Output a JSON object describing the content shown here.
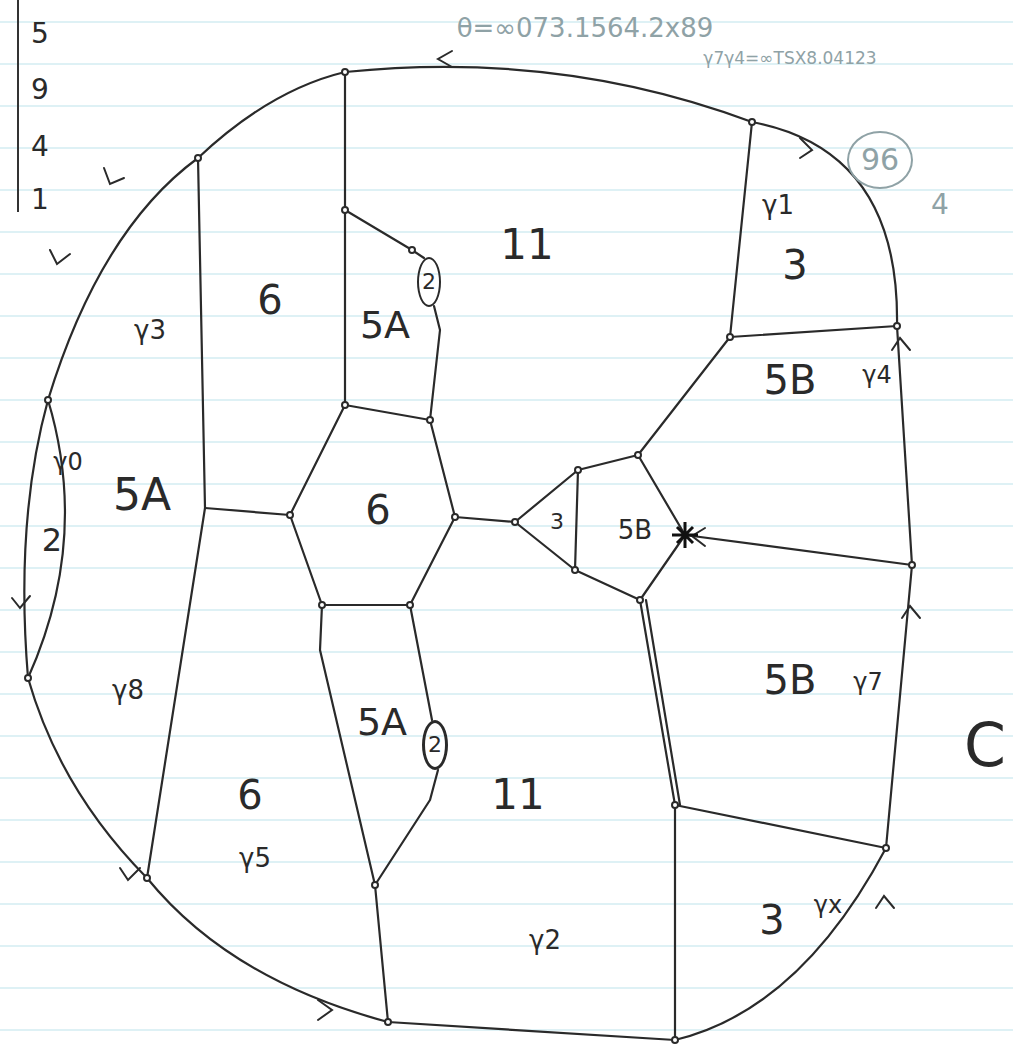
{
  "diagram": {
    "nodes": [
      {
        "text": [
          "96"
        ]
      },
      {
        "text": [
          "2"
        ]
      },
      {
        "text": [
          "2"
        ]
      }
    ],
    "labels": [
      "θ=∞073.1564.2x89",
      "γ7γ4=∞TSX8.04123",
      "5",
      "9",
      "4",
      "1",
      "4",
      "γ1",
      "3",
      "6",
      "5A",
      "11",
      "γ3",
      "γ0",
      "2",
      "5A",
      "6",
      "3",
      "5B",
      "5B",
      "γ4",
      "γ8",
      "5B",
      "γ7",
      "6",
      "5A",
      "11",
      "C",
      "γ5",
      "γ2",
      "3",
      "γx"
    ]
  }
}
